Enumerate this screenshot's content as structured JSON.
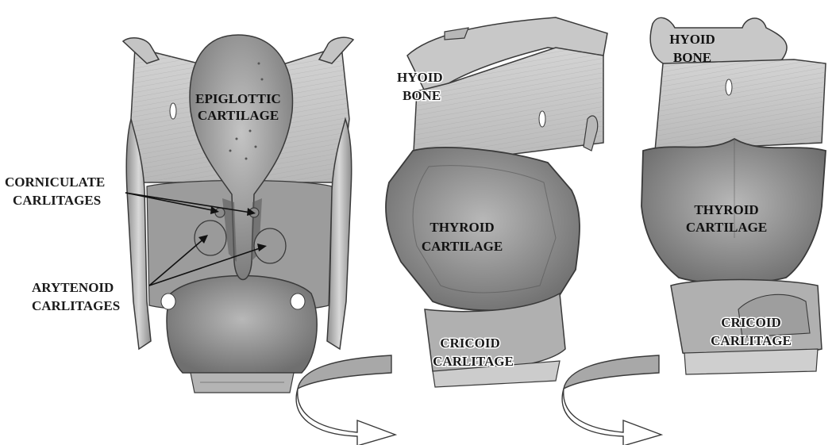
{
  "labels": {
    "epiglottic_line1": "EPIGLOTTIC",
    "epiglottic_line2": "CARTILAGE",
    "corniculate_line1": "CORNICULATE",
    "corniculate_line2": "CARLITAGES",
    "arytenoid_line1": "ARYTENOID",
    "arytenoid_line2": "CARLITAGES",
    "hyoid_mid_line1": "HYOID",
    "hyoid_mid_line2": "BONE",
    "thyroid_mid_line1": "THYROID",
    "thyroid_mid_line2": "CARTILAGE",
    "cricoid_mid_line1": "CRICOID",
    "cricoid_mid_line2": "CARLITAGE",
    "hyoid_right_line1": "HYOID",
    "hyoid_right_line2": "BONE",
    "thyroid_right_line1": "THYROID",
    "thyroid_right_line2": "CARTILAGE",
    "cricoid_right_line1": "CRICOID",
    "cricoid_right_line2": "CARLITAGE"
  },
  "colors": {
    "tissue_light": "#d6d6d6",
    "tissue_mid": "#a9a9a9",
    "tissue_dark": "#6e6e6e",
    "outline": "#3a3a3a",
    "arrow_fill": "#a8a8a8"
  }
}
